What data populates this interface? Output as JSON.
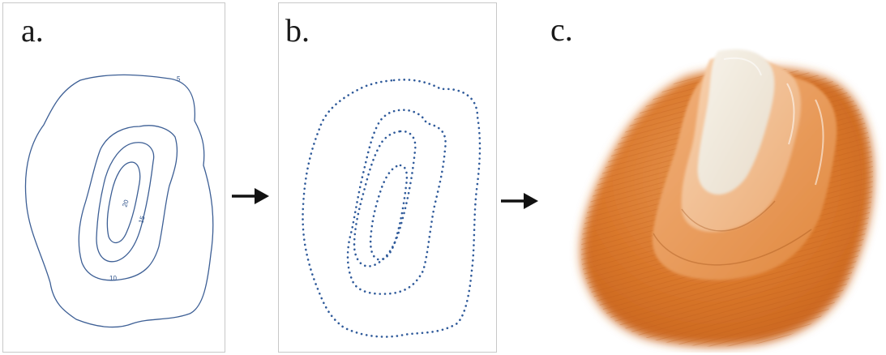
{
  "panels": [
    {
      "id": "a",
      "label": "a.",
      "contour_labels": [
        "5",
        "10",
        "15",
        "20"
      ]
    },
    {
      "id": "b",
      "label": "b."
    },
    {
      "id": "c",
      "label": "c."
    }
  ],
  "colors": {
    "contour": "#3d5f95",
    "dots": "#2f5a9a",
    "terrain_low": "#d9772b",
    "terrain_high": "#f2ece0",
    "arrow": "#111111"
  },
  "icons": [
    "right-arrow-icon",
    "right-arrow-icon"
  ]
}
